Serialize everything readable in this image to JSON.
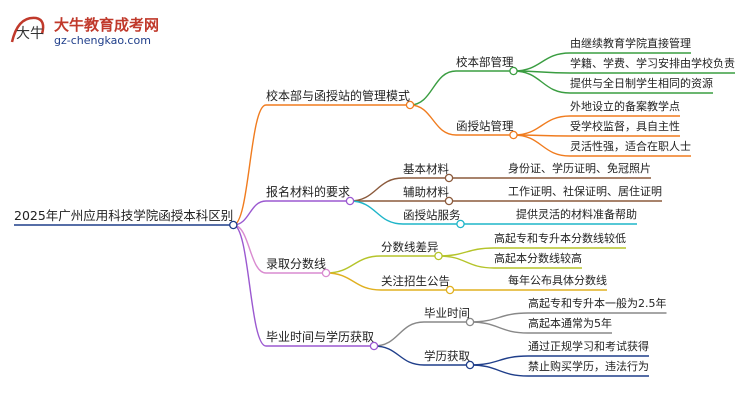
{
  "logo": {
    "title": "大牛教育成考网",
    "url": "gz-chengkao.com",
    "mark": "大牛"
  },
  "root": "2025年广州应用科技学院函授本科区别",
  "branches": [
    {
      "label": "校本部与函授站的管理模式",
      "color": "#f07c1f",
      "children": [
        {
          "label": "校本部管理",
          "color": "#3a9d41",
          "children": [
            "由继续教育学院直接管理",
            "学籍、学费、学习安排由学校负责",
            "提供与全日制学生相同的资源"
          ]
        },
        {
          "label": "函授站管理",
          "color": "#f07c1f",
          "children": [
            "外地设立的备案教学点",
            "受学校监督，具自主性",
            "灵活性强，适合在职人士"
          ]
        }
      ]
    },
    {
      "label": "报名材料的要求",
      "color": "#9b59d0",
      "children": [
        {
          "label": "基本材料",
          "color": "#8b5a3c",
          "children": [
            "身份证、学历证明、免冠照片"
          ]
        },
        {
          "label": "辅助材料",
          "color": "#8b5a3c",
          "children": [
            "工作证明、社保证明、居住证明"
          ]
        },
        {
          "label": "函授站服务",
          "color": "#1fb5c9",
          "children": [
            "提供灵活的材料准备帮助"
          ]
        }
      ]
    },
    {
      "label": "录取分数线",
      "color": "#d98bd0",
      "children": [
        {
          "label": "分数线差异",
          "color": "#b5c42a",
          "children": [
            "高起专和专升本分数线较低",
            "高起本分数线较高"
          ]
        },
        {
          "label": "关注招生公告",
          "color": "#e0b020",
          "children": [
            "每年公布具体分数线"
          ]
        }
      ]
    },
    {
      "label": "毕业时间与学历获取",
      "color": "#9b59d0",
      "children": [
        {
          "label": "毕业时间",
          "color": "#888888",
          "children": [
            "高起专和专升本一般为2.5年",
            "高起本通常为5年"
          ]
        },
        {
          "label": "学历获取",
          "color": "#1f3e8a",
          "children": [
            "通过正规学习和考试获得",
            "禁止购买学历，违法行为"
          ]
        }
      ]
    }
  ]
}
